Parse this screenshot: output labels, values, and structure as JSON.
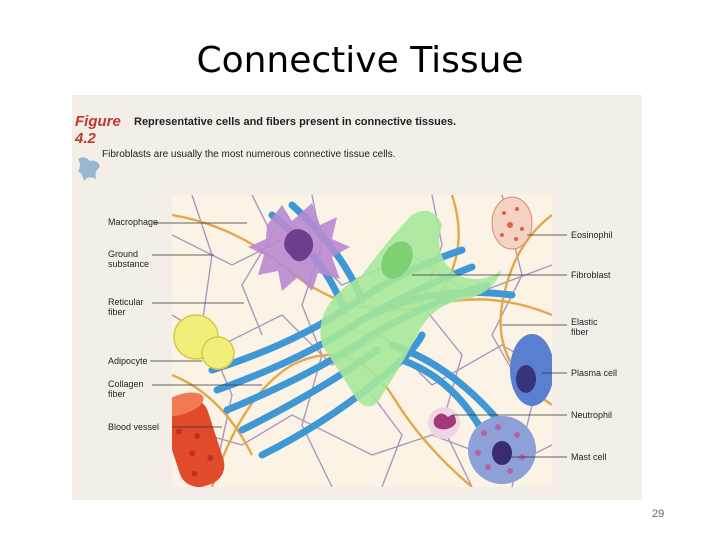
{
  "slide": {
    "title": "Connective Tissue",
    "page_number": "29"
  },
  "figure": {
    "label": "Figure 4.2",
    "caption": "Representative cells and fibers present in connective tissues.",
    "subtitle": "Fibroblasts are usually the most numerous connective tissue cells."
  },
  "labels": {
    "macrophage": "Macrophage",
    "ground_substance": "Ground\nsubstance",
    "reticular_fiber": "Reticular\nfiber",
    "adipocyte": "Adipocyte",
    "collagen_fiber": "Collagen\nfiber",
    "blood_vessel": "Blood vessel",
    "eosinophil": "Eosinophil",
    "fibroblast": "Fibroblast",
    "elastic_fiber": "Elastic\nfiber",
    "plasma_cell": "Plasma cell",
    "neutrophil": "Neutrophil",
    "mast_cell": "Mast cell"
  },
  "colors": {
    "fibroblast": "#a6e89a",
    "collagen": "#3f97d6",
    "elastic": "#e6a74a",
    "reticular": "#9a8ab8",
    "macrophage": "#b78ad0",
    "adipocyte": "#f2ee7a",
    "blood_vessel": "#e24a2c",
    "plasma_cell": "#5b7fd0",
    "mast_cell": "#8da0d8",
    "figure_label": "#c0392b"
  }
}
